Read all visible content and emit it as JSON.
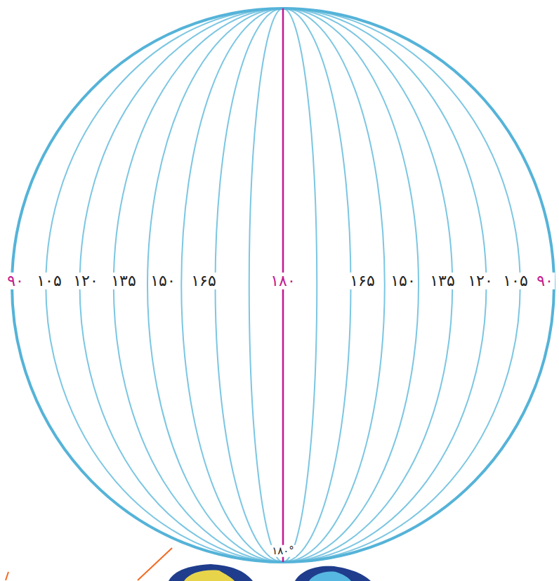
{
  "diagram": {
    "labels": [
      "۹۰",
      "۱۰۵",
      "۱۲۰",
      "۱۳۵",
      "۱۵۰",
      "۱۶۵",
      "۱۸۰",
      "۱۶۵",
      "۱۵۰",
      "۱۳۵",
      "۱۲۰",
      "۱۰۵",
      "۹۰",
      "۱۸۰°"
    ]
  }
}
